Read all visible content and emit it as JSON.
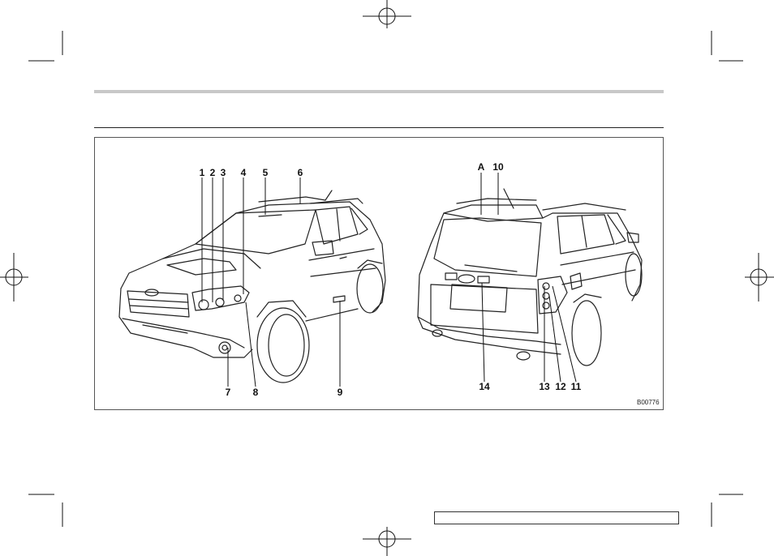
{
  "figure": {
    "image_code": "B00776",
    "front_callouts": [
      "1",
      "2",
      "3",
      "4",
      "5",
      "6",
      "7",
      "8",
      "9"
    ],
    "rear_callouts": [
      "A",
      "10",
      "14",
      "13",
      "12",
      "11"
    ]
  }
}
